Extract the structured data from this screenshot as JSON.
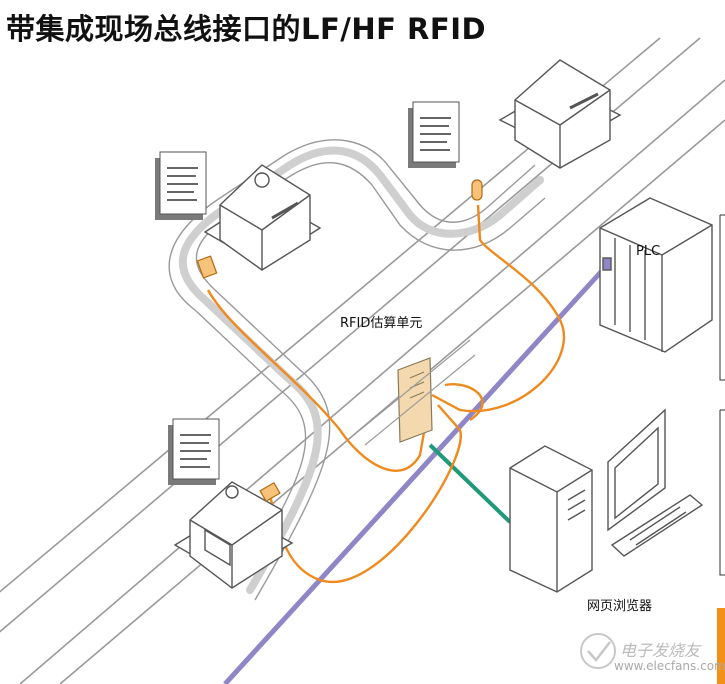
{
  "title": "带集成现场总线接口的LF/HF RFID",
  "labels": {
    "plc": "PLC",
    "rfid_unit": "RFID估算单元",
    "browser": "网页浏览器"
  },
  "watermark": {
    "cn": "电子发烧友",
    "url": "www.elecfans.com"
  },
  "colors": {
    "bus_purple": "#8e86c6",
    "cable_orange": "#ee8a1e",
    "ethernet_green": "#1f9a78",
    "outline": "#9a9a9a",
    "accent_bar": "#f29018"
  }
}
